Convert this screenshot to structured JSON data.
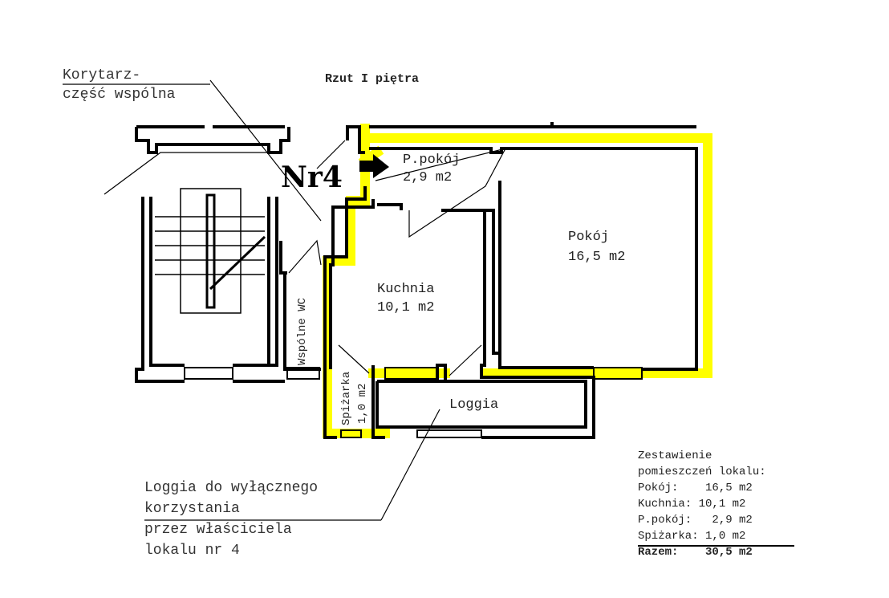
{
  "title": "Rzut I piętra",
  "unit_label": "Nr4",
  "corridor_note": [
    "Korytarz-",
    "część wspólna"
  ],
  "rooms": {
    "p_pokoj": {
      "name": "P.pokój",
      "area": "2,9 m2"
    },
    "pokoj": {
      "name": "Pokój",
      "area": "16,5 m2"
    },
    "kuchnia": {
      "name": "Kuchnia",
      "area": "10,1 m2"
    },
    "spizarka": {
      "name": "Spiżarka",
      "area": "1,0 m2"
    },
    "loggia": {
      "name": "Loggia"
    },
    "wc": {
      "name": "Wspólne WC"
    }
  },
  "loggia_note": [
    "Loggia do wyłącznego",
    "korzystania",
    "przez właściciela",
    "lokalu nr 4"
  ],
  "summary": {
    "title": [
      "Zestawienie",
      "pomieszczeń lokalu:"
    ],
    "rows": [
      "Pokój:    16,5 m2",
      "Kuchnia: 10,1 m2",
      "P.pokój:   2,9 m2",
      "Spiżarka: 1,0 m2"
    ],
    "total": "Razem:    30,5 m2"
  },
  "colors": {
    "highlight": "#ffff00",
    "wall": "#000000"
  }
}
